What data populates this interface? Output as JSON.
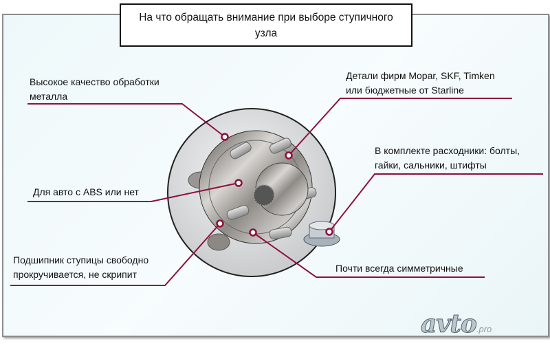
{
  "title": "На что обращать внимание при выборе ступичного узла",
  "callouts": [
    {
      "id": "quality",
      "lines": [
        "Высокое качество обработки",
        "металла"
      ]
    },
    {
      "id": "brands",
      "lines": [
        "Детали фирм Mopar, SKF, Timken",
        "или бюджетные от Starline"
      ]
    },
    {
      "id": "kit",
      "lines": [
        "В комплекте расходники: болты,",
        "гайки, сальники, штифты"
      ]
    },
    {
      "id": "abs",
      "lines": [
        "Для авто с ABS или нет"
      ]
    },
    {
      "id": "bearing",
      "lines": [
        "Подшипник ступицы свободно",
        "прокручивается, не скрипит"
      ]
    },
    {
      "id": "symmetry",
      "lines": [
        "Почти всегда симметричные"
      ]
    }
  ],
  "logo": {
    "text": "avto",
    "suffix": ".pro"
  },
  "colors": {
    "line": "#8e0f3c",
    "frame": "#8a8d8f",
    "background": "#eef8fa"
  }
}
